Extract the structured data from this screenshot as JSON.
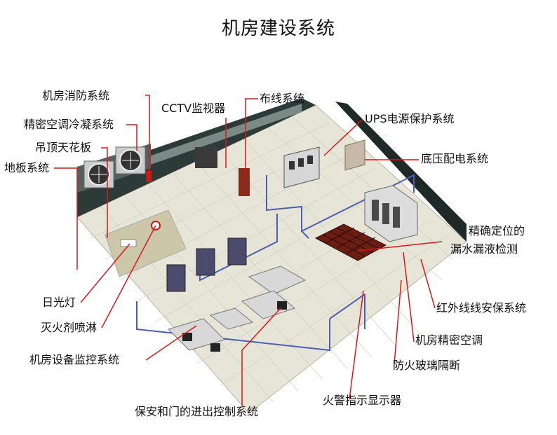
{
  "title": "机房建设系统",
  "labels": {
    "fire_protection": "机房消防系统",
    "precision_ac_condenser": "精密空调冷凝系统",
    "suspended_ceiling": "吊顶天花板",
    "floor_system": "地板系统",
    "cctv": "CCTV监视器",
    "cabling": "布线系统",
    "ups": "UPS电源保护系统",
    "low_voltage_power": "底压配电系统",
    "leak_detection_line1": "精确定位的",
    "leak_detection_line2": "漏水漏液检测",
    "fluorescent_light": "日光灯",
    "extinguisher_spray": "灭火剂喷淋",
    "infrared_security": "红外线线安保系统",
    "precision_ac": "机房精密空调",
    "equipment_monitoring": "机房设备监控系统",
    "fire_glass": "防火玻璃隔断",
    "fire_alarm_display": "火警指示显示器",
    "access_control": "保安和门的进出控制系统"
  },
  "colors": {
    "leader_line": "#d81818",
    "wall_dark": "#2a3a36",
    "floor": "#e6e4d6",
    "glass": "#4a5fb0",
    "rack": "#4a4a6a"
  }
}
